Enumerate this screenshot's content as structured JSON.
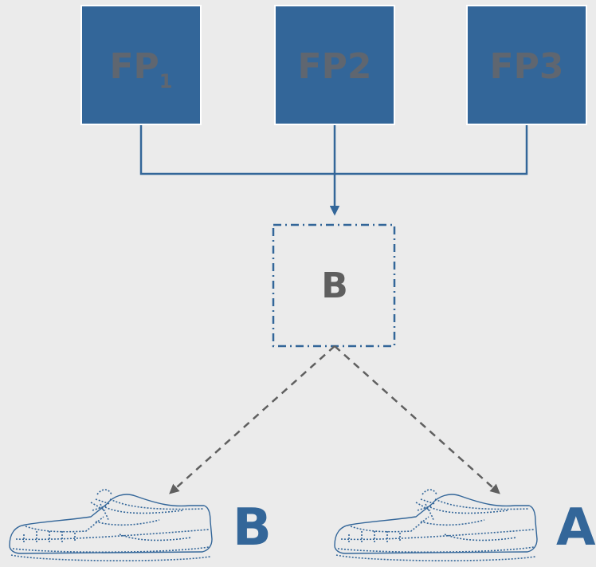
{
  "boxes": {
    "fp1": {
      "main": "FP",
      "sub": "1"
    },
    "fp2": {
      "main": "FP2"
    },
    "fp3": {
      "main": "FP3"
    }
  },
  "center": {
    "label": "B"
  },
  "targets": {
    "left": {
      "label": "B"
    },
    "right": {
      "label": "A"
    }
  },
  "icons": {
    "target_icon": "shoe-icon"
  },
  "colors": {
    "box_fill": "#336699",
    "text_gray": "#5f5f5f",
    "background": "#ebebeb"
  }
}
